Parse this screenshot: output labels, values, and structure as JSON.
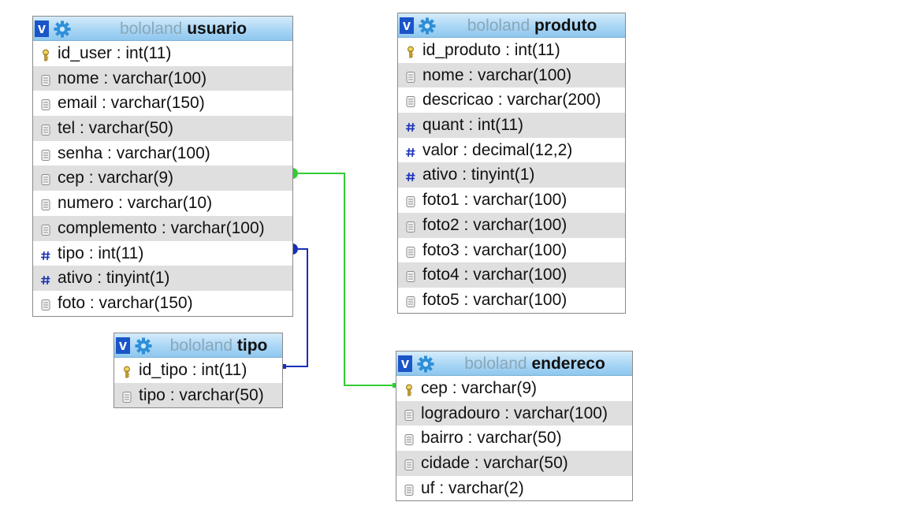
{
  "colors": {
    "relation_green": "#33cc33",
    "relation_blue": "#1a2fb5",
    "header_blue": "#a9d6f5",
    "row_alt": "#dfdfdf"
  },
  "tables": {
    "usuario": {
      "db": "bololand",
      "name": "usuario",
      "fields": [
        {
          "text": "id_user : int(11)",
          "icon": "key-icon"
        },
        {
          "text": "nome : varchar(100)",
          "icon": "text-field-icon"
        },
        {
          "text": "email : varchar(150)",
          "icon": "text-field-icon"
        },
        {
          "text": "tel : varchar(50)",
          "icon": "text-field-icon"
        },
        {
          "text": "senha : varchar(100)",
          "icon": "text-field-icon"
        },
        {
          "text": "cep : varchar(9)",
          "icon": "text-field-icon"
        },
        {
          "text": "numero : varchar(10)",
          "icon": "text-field-icon"
        },
        {
          "text": "complemento : varchar(100)",
          "icon": "text-field-icon"
        },
        {
          "text": "tipo : int(11)",
          "icon": "numeric-field-icon"
        },
        {
          "text": "ativo : tinyint(1)",
          "icon": "numeric-field-icon"
        },
        {
          "text": "foto : varchar(150)",
          "icon": "text-field-icon"
        }
      ]
    },
    "produto": {
      "db": "bololand",
      "name": "produto",
      "fields": [
        {
          "text": "id_produto : int(11)",
          "icon": "key-icon"
        },
        {
          "text": "nome : varchar(100)",
          "icon": "text-field-icon"
        },
        {
          "text": "descricao : varchar(200)",
          "icon": "text-field-icon"
        },
        {
          "text": "quant : int(11)",
          "icon": "numeric-field-icon"
        },
        {
          "text": "valor : decimal(12,2)",
          "icon": "numeric-field-icon"
        },
        {
          "text": "ativo : tinyint(1)",
          "icon": "numeric-field-icon"
        },
        {
          "text": "foto1 : varchar(100)",
          "icon": "text-field-icon"
        },
        {
          "text": "foto2 : varchar(100)",
          "icon": "text-field-icon"
        },
        {
          "text": "foto3 : varchar(100)",
          "icon": "text-field-icon"
        },
        {
          "text": "foto4 : varchar(100)",
          "icon": "text-field-icon"
        },
        {
          "text": "foto5 : varchar(100)",
          "icon": "text-field-icon"
        }
      ]
    },
    "tipo": {
      "db": "bololand",
      "name": "tipo",
      "fields": [
        {
          "text": "id_tipo : int(11)",
          "icon": "key-icon"
        },
        {
          "text": "tipo : varchar(50)",
          "icon": "text-field-icon"
        }
      ]
    },
    "endereco": {
      "db": "bololand",
      "name": "endereco",
      "fields": [
        {
          "text": "cep : varchar(9)",
          "icon": "key-icon"
        },
        {
          "text": "logradouro : varchar(100)",
          "icon": "text-field-icon"
        },
        {
          "text": "bairro : varchar(50)",
          "icon": "text-field-icon"
        },
        {
          "text": "cidade : varchar(50)",
          "icon": "text-field-icon"
        },
        {
          "text": "uf : varchar(2)",
          "icon": "text-field-icon"
        }
      ]
    }
  }
}
